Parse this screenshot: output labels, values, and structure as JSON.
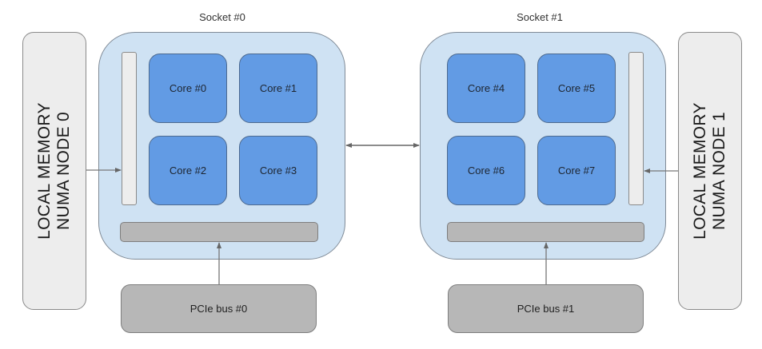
{
  "sockets": [
    {
      "label": "Socket #0",
      "cores": [
        "Core #0",
        "Core #1",
        "Core #2",
        "Core #3"
      ],
      "pcie_label": "PCIe bus #0"
    },
    {
      "label": "Socket #1",
      "cores": [
        "Core #4",
        "Core #5",
        "Core #6",
        "Core #7"
      ],
      "pcie_label": "PCIe bus #1"
    }
  ],
  "memory_nodes": [
    {
      "line1": "LOCAL MEMORY",
      "line2": "NUMA NODE 0"
    },
    {
      "line1": "LOCAL MEMORY",
      "line2": "NUMA NODE 1"
    }
  ],
  "colors": {
    "socket_fill": "#cfe2f3",
    "core_fill": "#629be4",
    "bus_fill": "#b7b7b7",
    "memory_fill": "#ededed",
    "arrow": "#666666"
  }
}
